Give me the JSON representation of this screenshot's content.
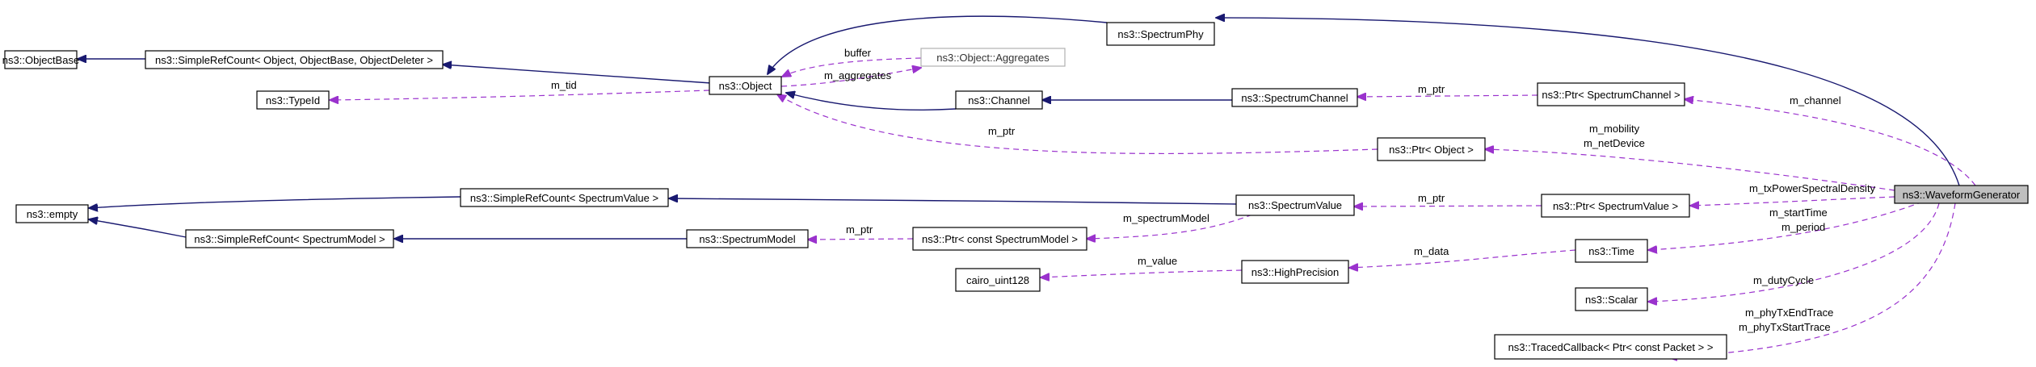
{
  "nodes": {
    "object_base": "ns3::ObjectBase",
    "simple_refcount_object": "ns3::SimpleRefCount< Object, ObjectBase, ObjectDeleter >",
    "type_id": "ns3::TypeId",
    "object": "ns3::Object",
    "object_aggregates": "ns3::Object::Aggregates",
    "spectrum_phy": "ns3::SpectrumPhy",
    "channel": "ns3::Channel",
    "spectrum_channel": "ns3::SpectrumChannel",
    "ptr_spectrum_channel": "ns3::Ptr< SpectrumChannel >",
    "ptr_object": "ns3::Ptr< Object >",
    "empty": "ns3::empty",
    "simple_refcount_spectrum_value": "ns3::SimpleRefCount< SpectrumValue >",
    "simple_refcount_spectrum_model": "ns3::SimpleRefCount< SpectrumModel >",
    "spectrum_model": "ns3::SpectrumModel",
    "ptr_const_spectrum_model": "ns3::Ptr< const SpectrumModel >",
    "spectrum_value": "ns3::SpectrumValue",
    "ptr_spectrum_value": "ns3::Ptr< SpectrumValue >",
    "waveform_generator": "ns3::WaveformGenerator",
    "time": "ns3::Time",
    "cairo_uint128": "cairo_uint128",
    "high_precision": "ns3::HighPrecision",
    "scalar": "ns3::Scalar",
    "traced_callback": "ns3::TracedCallback< Ptr< const Packet > >"
  },
  "edge_labels": {
    "buffer": "buffer",
    "m_aggregates": "m_aggregates",
    "m_tid": "m_tid",
    "m_ptr_channel": "m_ptr",
    "m_channel": "m_channel",
    "m_ptr_object": "m_ptr",
    "m_mobility": "m_mobility",
    "m_netDevice": "m_netDevice",
    "m_txPowerSpectralDensity": "m_txPowerSpectralDensity",
    "m_ptr_value": "m_ptr",
    "m_spectrumModel": "m_spectrumModel",
    "m_ptr_model": "m_ptr",
    "m_startTime": "m_startTime",
    "m_period": "m_period",
    "m_data": "m_data",
    "m_value": "m_value",
    "m_dutyCycle": "m_dutyCycle",
    "m_phyTxEndTrace": "m_phyTxEndTrace",
    "m_phyTxStartTrace": "m_phyTxStartTrace"
  },
  "colors": {
    "inheritance": "#191970",
    "member": "#9a32cd",
    "focus_fill": "#bfbfbf"
  }
}
